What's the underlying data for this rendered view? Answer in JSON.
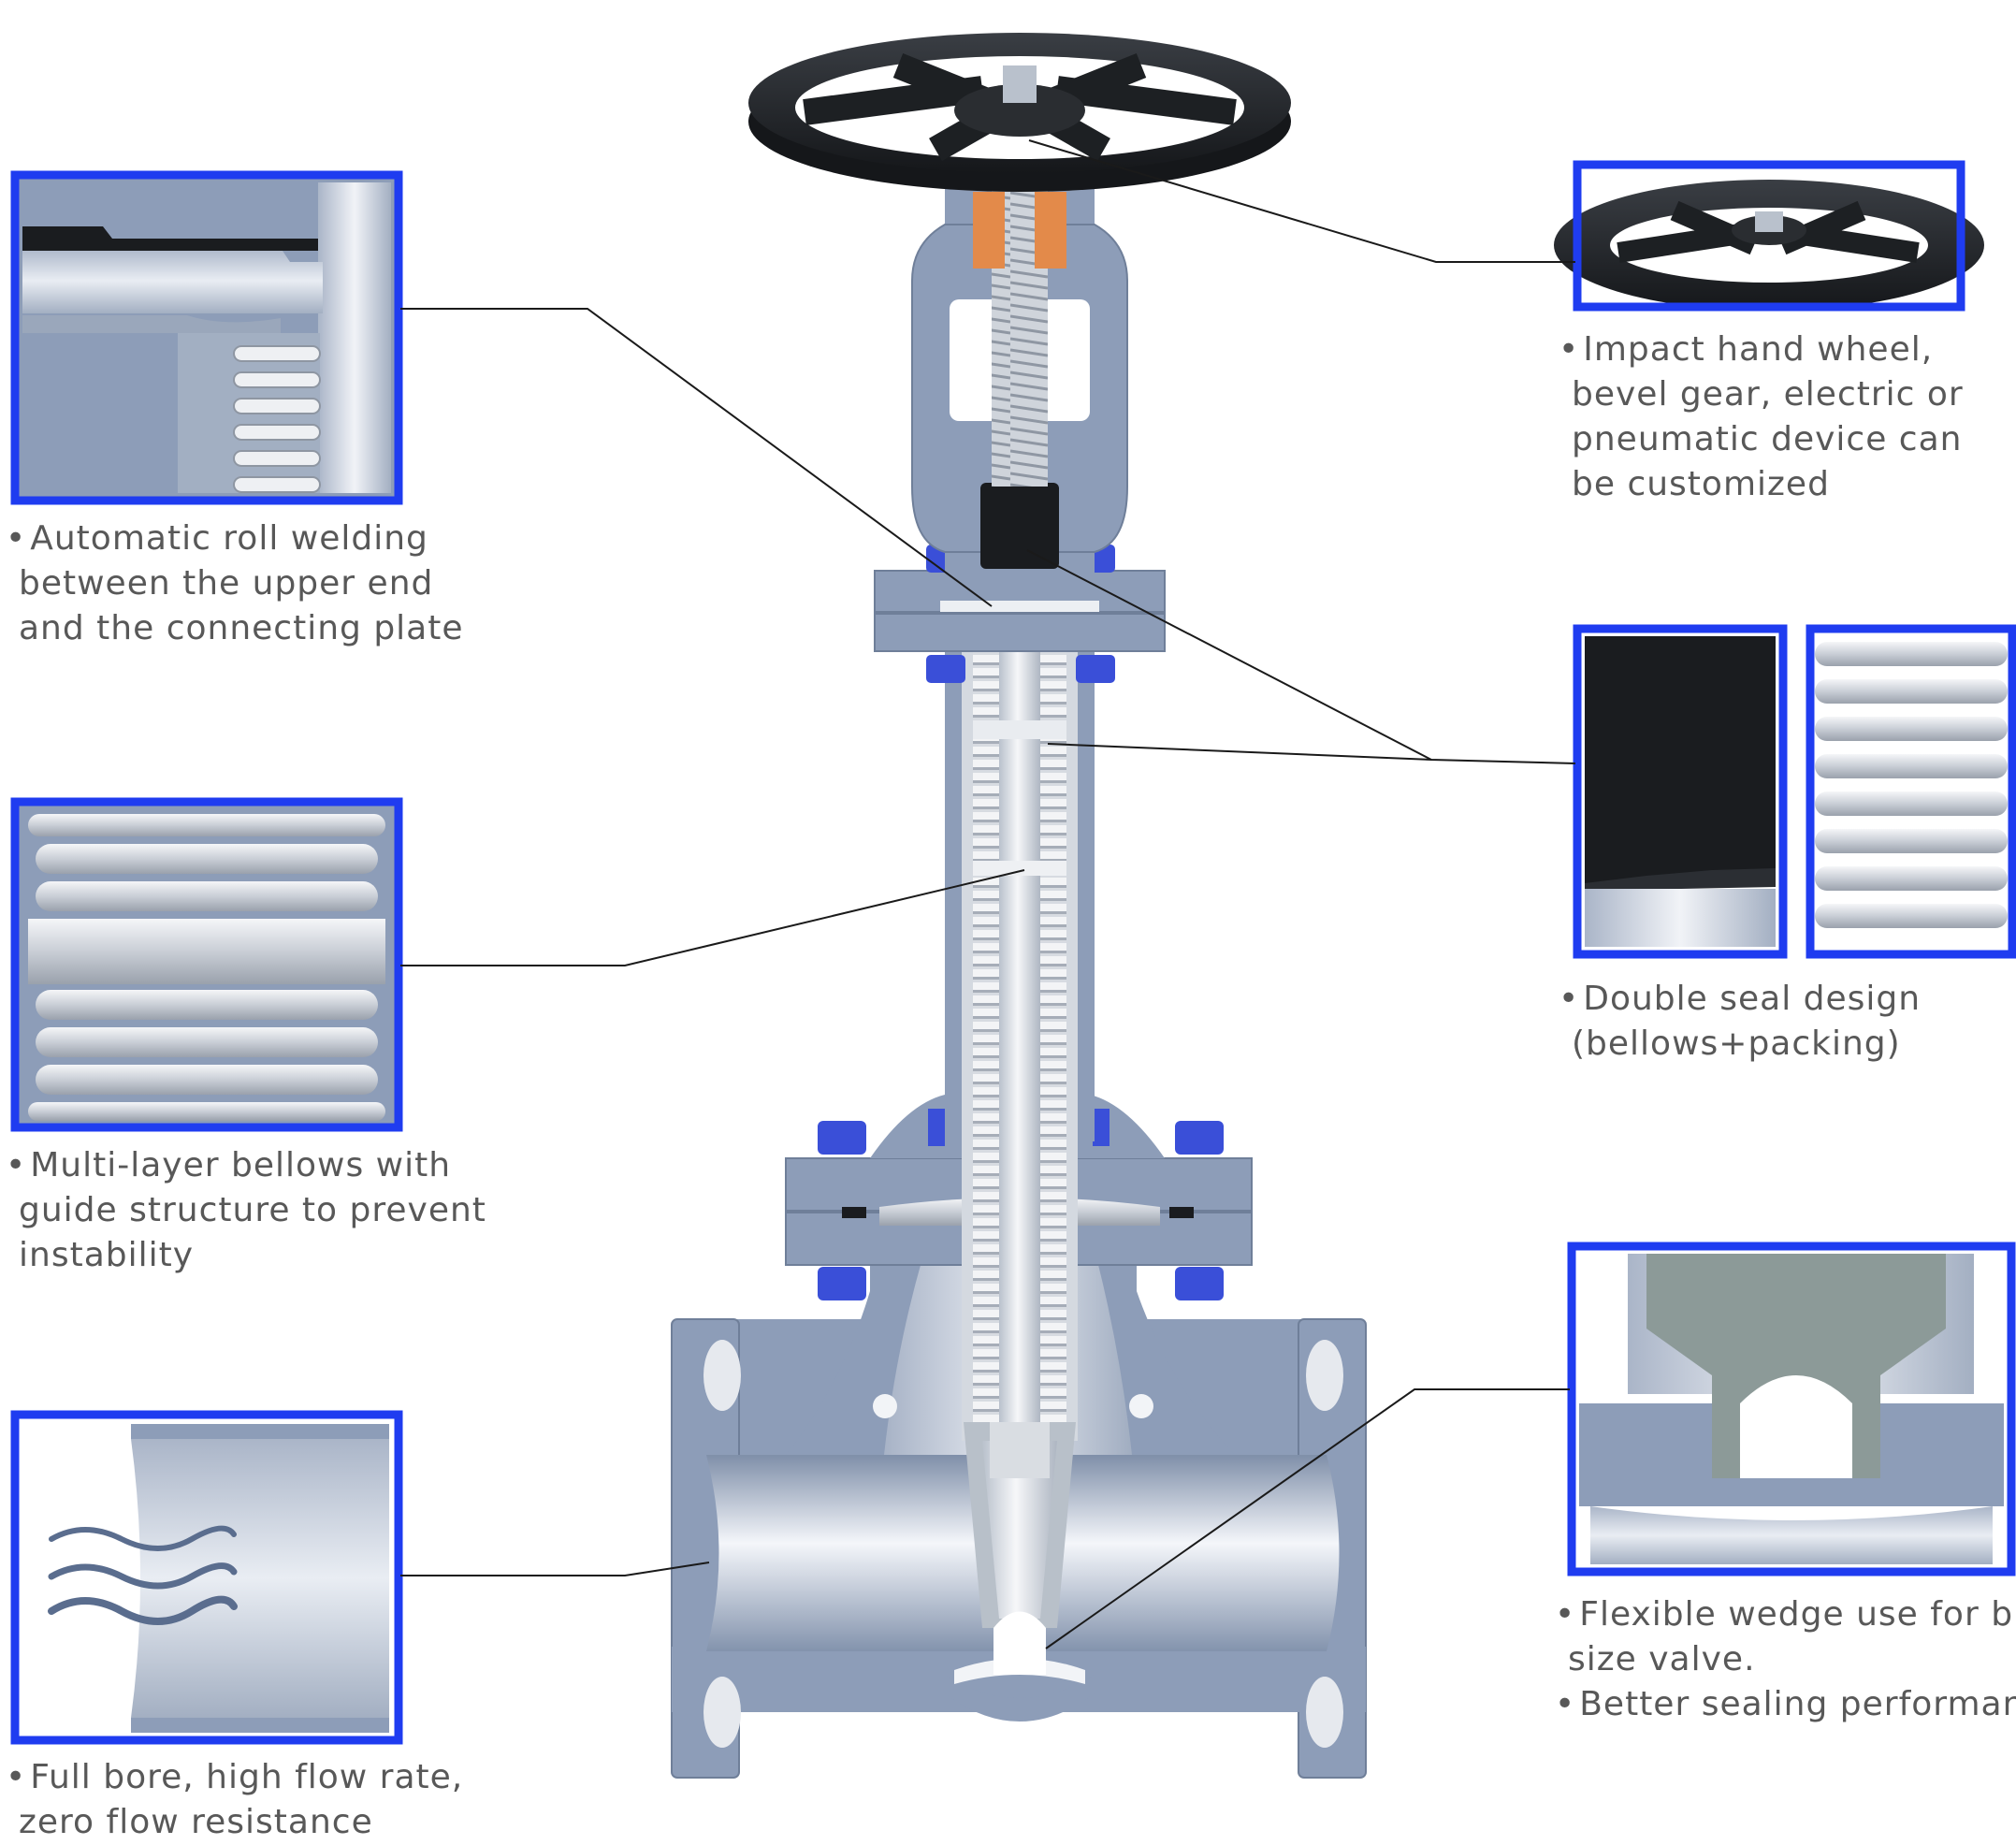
{
  "callouts": {
    "roll_welding": {
      "lines": [
        "Automatic roll welding",
        "between the upper end",
        "and the connecting plate"
      ]
    },
    "multi_layer_bellows": {
      "lines": [
        "Multi-layer bellows with",
        "guide structure to prevent",
        "instability"
      ]
    },
    "full_bore": {
      "lines": [
        "Full bore, high flow rate,",
        "zero flow resistance"
      ]
    },
    "hand_wheel": {
      "lines": [
        "Impact hand wheel,",
        "bevel gear, electric or",
        "pneumatic device can",
        "be customized"
      ]
    },
    "double_seal": {
      "lines": [
        "Double seal design",
        "(bellows+packing)"
      ]
    },
    "flexible_wedge": {
      "line1": "Flexible wedge use for big",
      "line2": "size valve.",
      "line3": "Better sealing performance"
    }
  },
  "colors": {
    "frame_blue": "#1f3cf0",
    "body_steel": "#8d9db8",
    "leader_line": "#1a1a1a",
    "packing_black": "#1a1c1f",
    "nut_orange": "#e38a4a",
    "bolt_blue": "#3a4fd8",
    "label_gray": "#585858"
  },
  "icons": {
    "flow_icon": "flow-waves-icon"
  }
}
